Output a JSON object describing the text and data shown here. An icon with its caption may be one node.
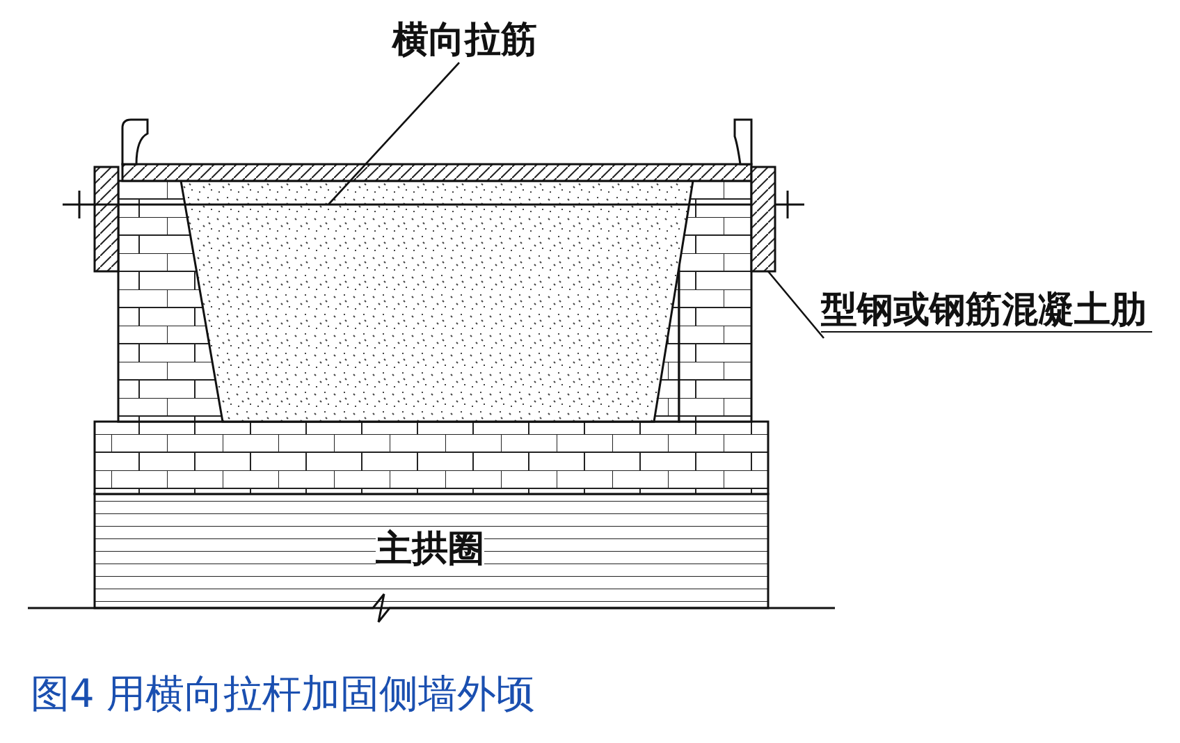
{
  "diagram": {
    "caption": "图4 用横向拉杆加固侧墙外顷",
    "nodes": [
      {
        "text": [
          "横向拉筋"
        ]
      },
      {
        "text": [],
        "shape": "bar"
      },
      {
        "text": [
          "型钢或钢筋混凝土肋"
        ]
      },
      {
        "text": [],
        "shape": "bar"
      }
    ],
    "edges": [
      {
        "from": 0,
        "to": 1,
        "arrow": "none"
      },
      {
        "from": 2,
        "to": 3,
        "arrow": "none"
      }
    ],
    "labels": [
      "主拱圈"
    ]
  }
}
